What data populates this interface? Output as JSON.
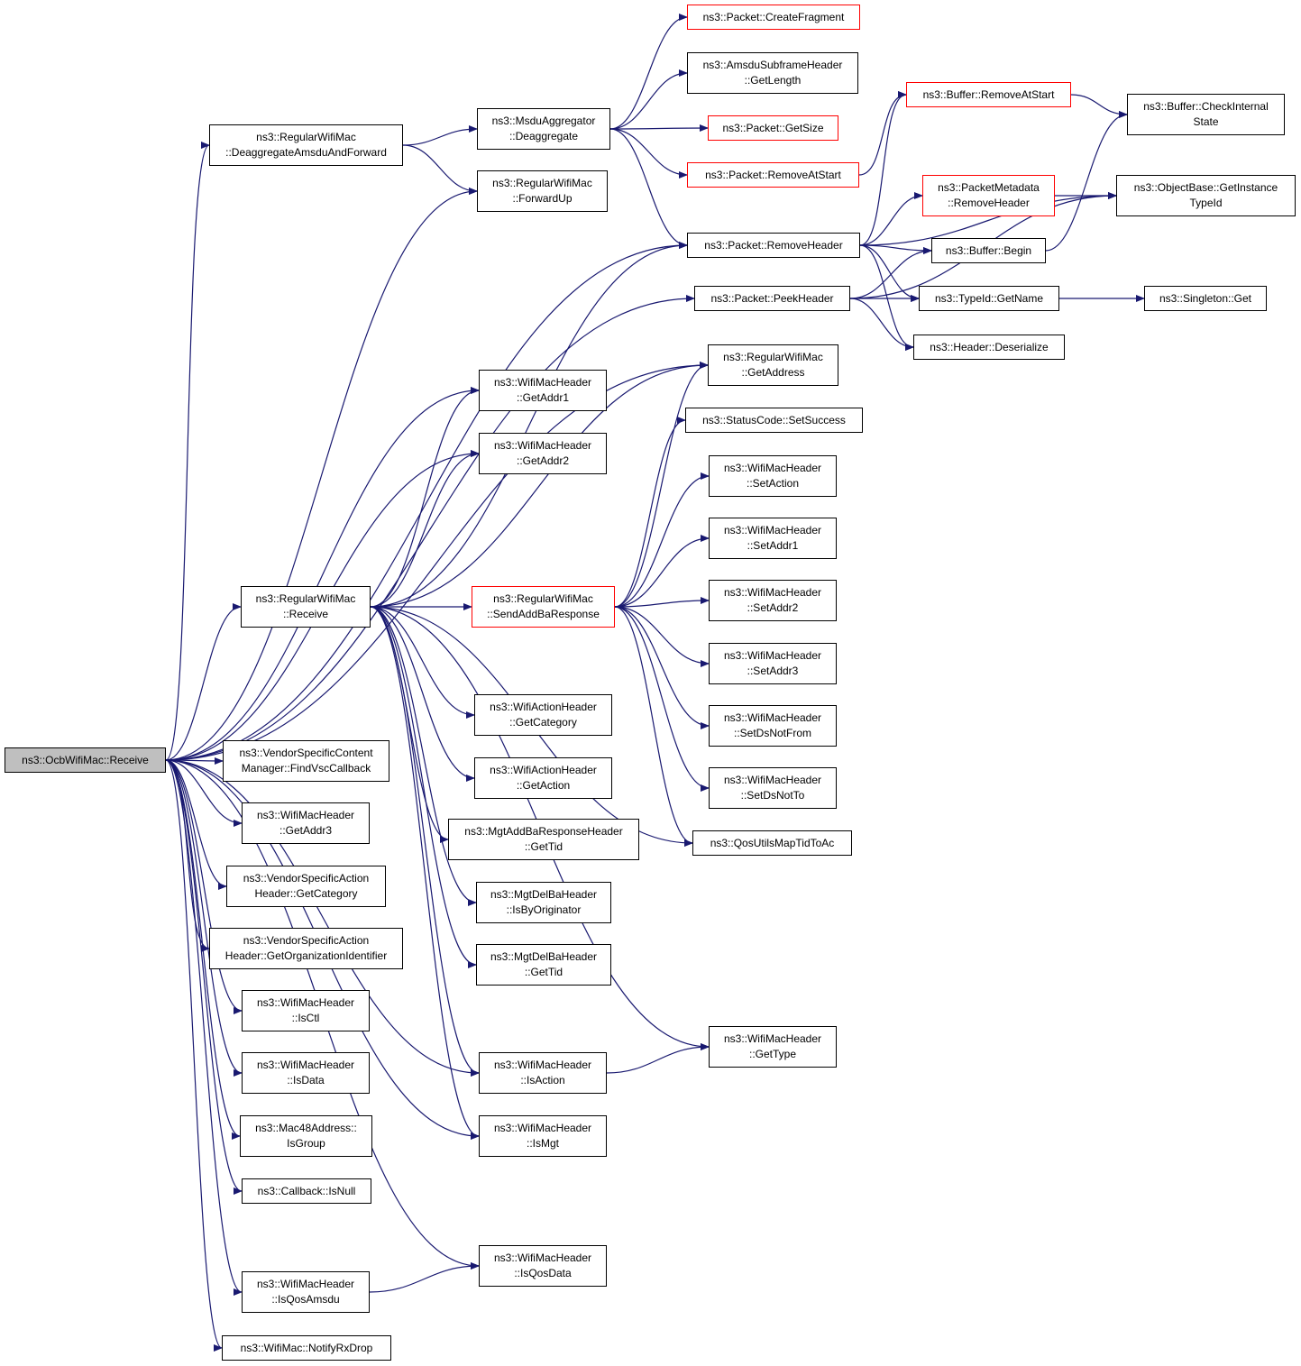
{
  "style": {
    "edge_color": "#191970",
    "node_border": "#000000",
    "truncated_border": "#ff0000",
    "root_fill": "#bfbfbf"
  },
  "nodes": {
    "n_ocb_receive": {
      "lines": [
        "ns3::OcbWifiMac::Receive"
      ],
      "kind": "root"
    },
    "n_deagg_fwd": {
      "lines": [
        "ns3::RegularWifiMac",
        "::DeaggregateAmsduAndForward"
      ]
    },
    "n_fwdup": {
      "lines": [
        "ns3::RegularWifiMac",
        "::ForwardUp"
      ]
    },
    "n_msdu_deagg": {
      "lines": [
        "ns3::MsduAggregator",
        "::Deaggregate"
      ]
    },
    "n_create_frag": {
      "lines": [
        "ns3::Packet::CreateFragment"
      ],
      "kind": "truncated"
    },
    "n_amsdu_len": {
      "lines": [
        "ns3::AmsduSubframeHeader",
        "::GetLength"
      ]
    },
    "n_pkt_getsize": {
      "lines": [
        "ns3::Packet::GetSize"
      ],
      "kind": "truncated"
    },
    "n_pkt_removeatstart": {
      "lines": [
        "ns3::Packet::RemoveAtStart"
      ],
      "kind": "truncated"
    },
    "n_buf_removeatstart": {
      "lines": [
        "ns3::Buffer::RemoveAtStart"
      ],
      "kind": "truncated"
    },
    "n_buf_checkinternal": {
      "lines": [
        "ns3::Buffer::CheckInternal",
        "State"
      ]
    },
    "n_pktmeta_removeheader": {
      "lines": [
        "ns3::PacketMetadata",
        "::RemoveHeader"
      ],
      "kind": "truncated"
    },
    "n_objbase_typeid": {
      "lines": [
        "ns3::ObjectBase::GetInstance",
        "TypeId"
      ]
    },
    "n_pkt_removeheader": {
      "lines": [
        "ns3::Packet::RemoveHeader"
      ]
    },
    "n_buf_begin": {
      "lines": [
        "ns3::Buffer::Begin"
      ]
    },
    "n_pkt_peekheader": {
      "lines": [
        "ns3::Packet::PeekHeader"
      ]
    },
    "n_typeid_getname": {
      "lines": [
        "ns3::TypeId::GetName"
      ]
    },
    "n_singleton_get": {
      "lines": [
        "ns3::Singleton::Get"
      ]
    },
    "n_header_deser": {
      "lines": [
        "ns3::Header::Deserialize"
      ]
    },
    "n_rwm_getaddress": {
      "lines": [
        "ns3::RegularWifiMac",
        "::GetAddress"
      ]
    },
    "n_wmh_getaddr1": {
      "lines": [
        "ns3::WifiMacHeader",
        "::GetAddr1"
      ]
    },
    "n_wmh_getaddr2": {
      "lines": [
        "ns3::WifiMacHeader",
        "::GetAddr2"
      ]
    },
    "n_status_setsuccess": {
      "lines": [
        "ns3::StatusCode::SetSuccess"
      ]
    },
    "n_wmh_setaction": {
      "lines": [
        "ns3::WifiMacHeader",
        "::SetAction"
      ]
    },
    "n_wmh_setaddr1": {
      "lines": [
        "ns3::WifiMacHeader",
        "::SetAddr1"
      ]
    },
    "n_wmh_setaddr2": {
      "lines": [
        "ns3::WifiMacHeader",
        "::SetAddr2"
      ]
    },
    "n_wmh_setaddr3": {
      "lines": [
        "ns3::WifiMacHeader",
        "::SetAddr3"
      ]
    },
    "n_wmh_setdsnotfrom": {
      "lines": [
        "ns3::WifiMacHeader",
        "::SetDsNotFrom"
      ]
    },
    "n_wmh_setdsnotto": {
      "lines": [
        "ns3::WifiMacHeader",
        "::SetDsNotTo"
      ]
    },
    "n_qos_maptid": {
      "lines": [
        "ns3::QosUtilsMapTidToAc"
      ]
    },
    "n_rwm_receive": {
      "lines": [
        "ns3::RegularWifiMac",
        "::Receive"
      ]
    },
    "n_rwm_sendaddba": {
      "lines": [
        "ns3::RegularWifiMac",
        "::SendAddBaResponse"
      ],
      "kind": "truncated"
    },
    "n_wah_getcategory": {
      "lines": [
        "ns3::WifiActionHeader",
        "::GetCategory"
      ]
    },
    "n_wah_getaction": {
      "lines": [
        "ns3::WifiActionHeader",
        "::GetAction"
      ]
    },
    "n_mgtaddba_gettid": {
      "lines": [
        "ns3::MgtAddBaResponseHeader",
        "::GetTid"
      ]
    },
    "n_mgtdelba_isbyorig": {
      "lines": [
        "ns3::MgtDelBaHeader",
        "::IsByOriginator"
      ]
    },
    "n_mgtdelba_gettid": {
      "lines": [
        "ns3::MgtDelBaHeader",
        "::GetTid"
      ]
    },
    "n_wmh_gettype": {
      "lines": [
        "ns3::WifiMacHeader",
        "::GetType"
      ]
    },
    "n_wmh_isaction": {
      "lines": [
        "ns3::WifiMacHeader",
        "::IsAction"
      ]
    },
    "n_wmh_ismgt": {
      "lines": [
        "ns3::WifiMacHeader",
        "::IsMgt"
      ]
    },
    "n_vsc_findcb": {
      "lines": [
        "ns3::VendorSpecificContent",
        "Manager::FindVscCallback"
      ]
    },
    "n_wmh_getaddr3": {
      "lines": [
        "ns3::WifiMacHeader",
        "::GetAddr3"
      ]
    },
    "n_vsah_getcategory": {
      "lines": [
        "ns3::VendorSpecificAction",
        "Header::GetCategory"
      ]
    },
    "n_vsah_getorgid": {
      "lines": [
        "ns3::VendorSpecificAction",
        "Header::GetOrganizationIdentifier"
      ]
    },
    "n_wmh_isctl": {
      "lines": [
        "ns3::WifiMacHeader",
        "::IsCtl"
      ]
    },
    "n_wmh_isdata": {
      "lines": [
        "ns3::WifiMacHeader",
        "::IsData"
      ]
    },
    "n_mac48_isgroup": {
      "lines": [
        "ns3::Mac48Address::",
        "IsGroup"
      ]
    },
    "n_callback_isnull": {
      "lines": [
        "ns3::Callback::IsNull"
      ]
    },
    "n_wmh_isqosdata": {
      "lines": [
        "ns3::WifiMacHeader",
        "::IsQosData"
      ]
    },
    "n_wmh_isqosamsdu": {
      "lines": [
        "ns3::WifiMacHeader",
        "::IsQosAmsdu"
      ]
    },
    "n_wifimac_notifyrxdrop": {
      "lines": [
        "ns3::WifiMac::NotifyRxDrop"
      ]
    }
  },
  "edges": [
    [
      "n_ocb_receive",
      "n_deagg_fwd"
    ],
    [
      "n_ocb_receive",
      "n_fwdup"
    ],
    [
      "n_ocb_receive",
      "n_pkt_removeheader"
    ],
    [
      "n_ocb_receive",
      "n_pkt_peekheader"
    ],
    [
      "n_ocb_receive",
      "n_rwm_getaddress"
    ],
    [
      "n_ocb_receive",
      "n_wmh_getaddr1"
    ],
    [
      "n_ocb_receive",
      "n_wmh_getaddr2"
    ],
    [
      "n_ocb_receive",
      "n_rwm_receive"
    ],
    [
      "n_ocb_receive",
      "n_wmh_isaction"
    ],
    [
      "n_ocb_receive",
      "n_wmh_ismgt"
    ],
    [
      "n_ocb_receive",
      "n_vsc_findcb"
    ],
    [
      "n_ocb_receive",
      "n_wmh_getaddr3"
    ],
    [
      "n_ocb_receive",
      "n_vsah_getcategory"
    ],
    [
      "n_ocb_receive",
      "n_vsah_getorgid"
    ],
    [
      "n_ocb_receive",
      "n_wmh_isctl"
    ],
    [
      "n_ocb_receive",
      "n_wmh_isdata"
    ],
    [
      "n_ocb_receive",
      "n_mac48_isgroup"
    ],
    [
      "n_ocb_receive",
      "n_callback_isnull"
    ],
    [
      "n_ocb_receive",
      "n_wmh_isqosdata"
    ],
    [
      "n_ocb_receive",
      "n_wmh_isqosamsdu"
    ],
    [
      "n_ocb_receive",
      "n_wifimac_notifyrxdrop"
    ],
    [
      "n_deagg_fwd",
      "n_msdu_deagg"
    ],
    [
      "n_deagg_fwd",
      "n_fwdup"
    ],
    [
      "n_msdu_deagg",
      "n_create_frag"
    ],
    [
      "n_msdu_deagg",
      "n_amsdu_len"
    ],
    [
      "n_msdu_deagg",
      "n_pkt_getsize"
    ],
    [
      "n_msdu_deagg",
      "n_pkt_removeatstart"
    ],
    [
      "n_msdu_deagg",
      "n_pkt_removeheader"
    ],
    [
      "n_pkt_removeatstart",
      "n_buf_removeatstart"
    ],
    [
      "n_buf_removeatstart",
      "n_buf_checkinternal"
    ],
    [
      "n_pkt_removeheader",
      "n_buf_removeatstart"
    ],
    [
      "n_pkt_removeheader",
      "n_pktmeta_removeheader"
    ],
    [
      "n_pkt_removeheader",
      "n_objbase_typeid"
    ],
    [
      "n_pkt_removeheader",
      "n_buf_begin"
    ],
    [
      "n_pkt_removeheader",
      "n_typeid_getname"
    ],
    [
      "n_pkt_removeheader",
      "n_header_deser"
    ],
    [
      "n_pktmeta_removeheader",
      "n_objbase_typeid"
    ],
    [
      "n_buf_begin",
      "n_buf_checkinternal"
    ],
    [
      "n_pkt_peekheader",
      "n_buf_begin"
    ],
    [
      "n_pkt_peekheader",
      "n_typeid_getname"
    ],
    [
      "n_pkt_peekheader",
      "n_header_deser"
    ],
    [
      "n_pkt_peekheader",
      "n_objbase_typeid"
    ],
    [
      "n_typeid_getname",
      "n_singleton_get"
    ],
    [
      "n_rwm_receive",
      "n_pkt_removeheader"
    ],
    [
      "n_rwm_receive",
      "n_rwm_getaddress"
    ],
    [
      "n_rwm_receive",
      "n_wmh_getaddr1"
    ],
    [
      "n_rwm_receive",
      "n_wmh_getaddr2"
    ],
    [
      "n_rwm_receive",
      "n_rwm_sendaddba"
    ],
    [
      "n_rwm_receive",
      "n_wah_getcategory"
    ],
    [
      "n_rwm_receive",
      "n_wah_getaction"
    ],
    [
      "n_rwm_receive",
      "n_mgtaddba_gettid"
    ],
    [
      "n_rwm_receive",
      "n_mgtdelba_isbyorig"
    ],
    [
      "n_rwm_receive",
      "n_mgtdelba_gettid"
    ],
    [
      "n_rwm_receive",
      "n_wmh_gettype"
    ],
    [
      "n_rwm_receive",
      "n_wmh_isaction"
    ],
    [
      "n_rwm_receive",
      "n_wmh_ismgt"
    ],
    [
      "n_rwm_receive",
      "n_qos_maptid"
    ],
    [
      "n_rwm_sendaddba",
      "n_rwm_getaddress"
    ],
    [
      "n_rwm_sendaddba",
      "n_status_setsuccess"
    ],
    [
      "n_rwm_sendaddba",
      "n_wmh_setaction"
    ],
    [
      "n_rwm_sendaddba",
      "n_wmh_setaddr1"
    ],
    [
      "n_rwm_sendaddba",
      "n_wmh_setaddr2"
    ],
    [
      "n_rwm_sendaddba",
      "n_wmh_setaddr3"
    ],
    [
      "n_rwm_sendaddba",
      "n_wmh_setdsnotfrom"
    ],
    [
      "n_rwm_sendaddba",
      "n_wmh_setdsnotto"
    ],
    [
      "n_rwm_sendaddba",
      "n_qos_maptid"
    ],
    [
      "n_wmh_isaction",
      "n_wmh_gettype"
    ],
    [
      "n_wmh_isqosamsdu",
      "n_wmh_isqosdata"
    ]
  ]
}
